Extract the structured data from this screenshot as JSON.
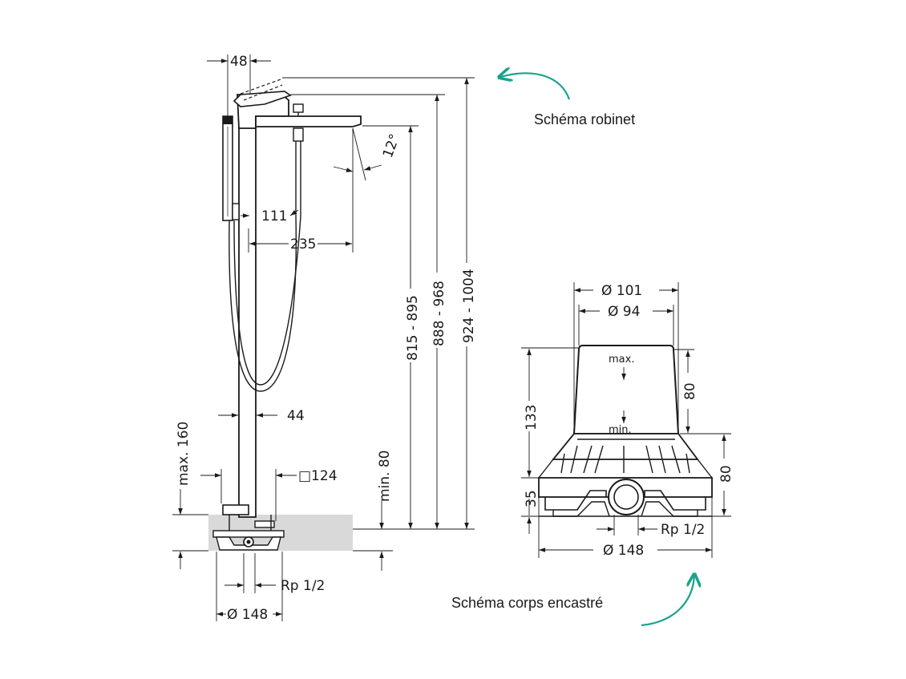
{
  "captions": {
    "faucet": "Schéma robinet",
    "body": "Schéma corps encastré"
  },
  "faucet_dims": {
    "top_width": "48",
    "spout_angle": "12°",
    "offset_111": "111",
    "reach_235": "235",
    "height_815": "815 - 895",
    "height_888": "888 - 968",
    "height_924": "924 - 1004",
    "column_44": "44",
    "max_160": "max. 160",
    "square_124": "□124",
    "min_80": "min. 80",
    "rp_bottom": "Rp 1/2",
    "dia_148": "Ø 148"
  },
  "body_dims": {
    "dia_101": "Ø 101",
    "dia_94": "Ø 94",
    "max_label": "max.",
    "min_label": "min.",
    "h_80_top": "80",
    "h_133": "133",
    "h_80_right": "80",
    "h_35": "35",
    "rp": "Rp 1/2",
    "dia_148": "Ø 148"
  },
  "colors": {
    "line": "#1a1a1a",
    "accent_arrow": "#1aa38c",
    "floor_fill": "#d9d9d9"
  }
}
